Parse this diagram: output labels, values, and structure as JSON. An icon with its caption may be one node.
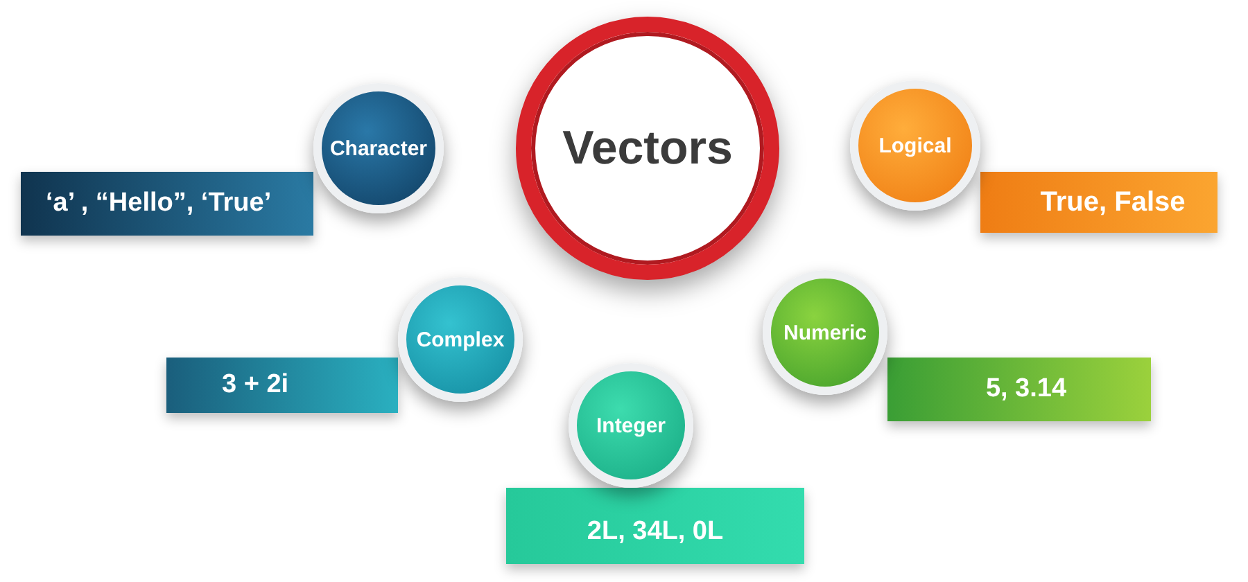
{
  "diagram": {
    "nodes": [
      {
        "text": [
          "Vectors"
        ]
      },
      {
        "text": [
          "Character"
        ]
      },
      {
        "text": [
          "‘a’ , “Hello”, ‘True’"
        ]
      },
      {
        "text": [
          "Logical"
        ]
      },
      {
        "text": [
          "True, False"
        ]
      },
      {
        "text": [
          "Complex"
        ]
      },
      {
        "text": [
          "3 + 2i"
        ]
      },
      {
        "text": [
          "Numeric"
        ]
      },
      {
        "text": [
          "5, 3.14"
        ]
      },
      {
        "text": [
          "Integer"
        ]
      },
      {
        "text": [
          "2L, 34L, 0L"
        ]
      }
    ]
  }
}
